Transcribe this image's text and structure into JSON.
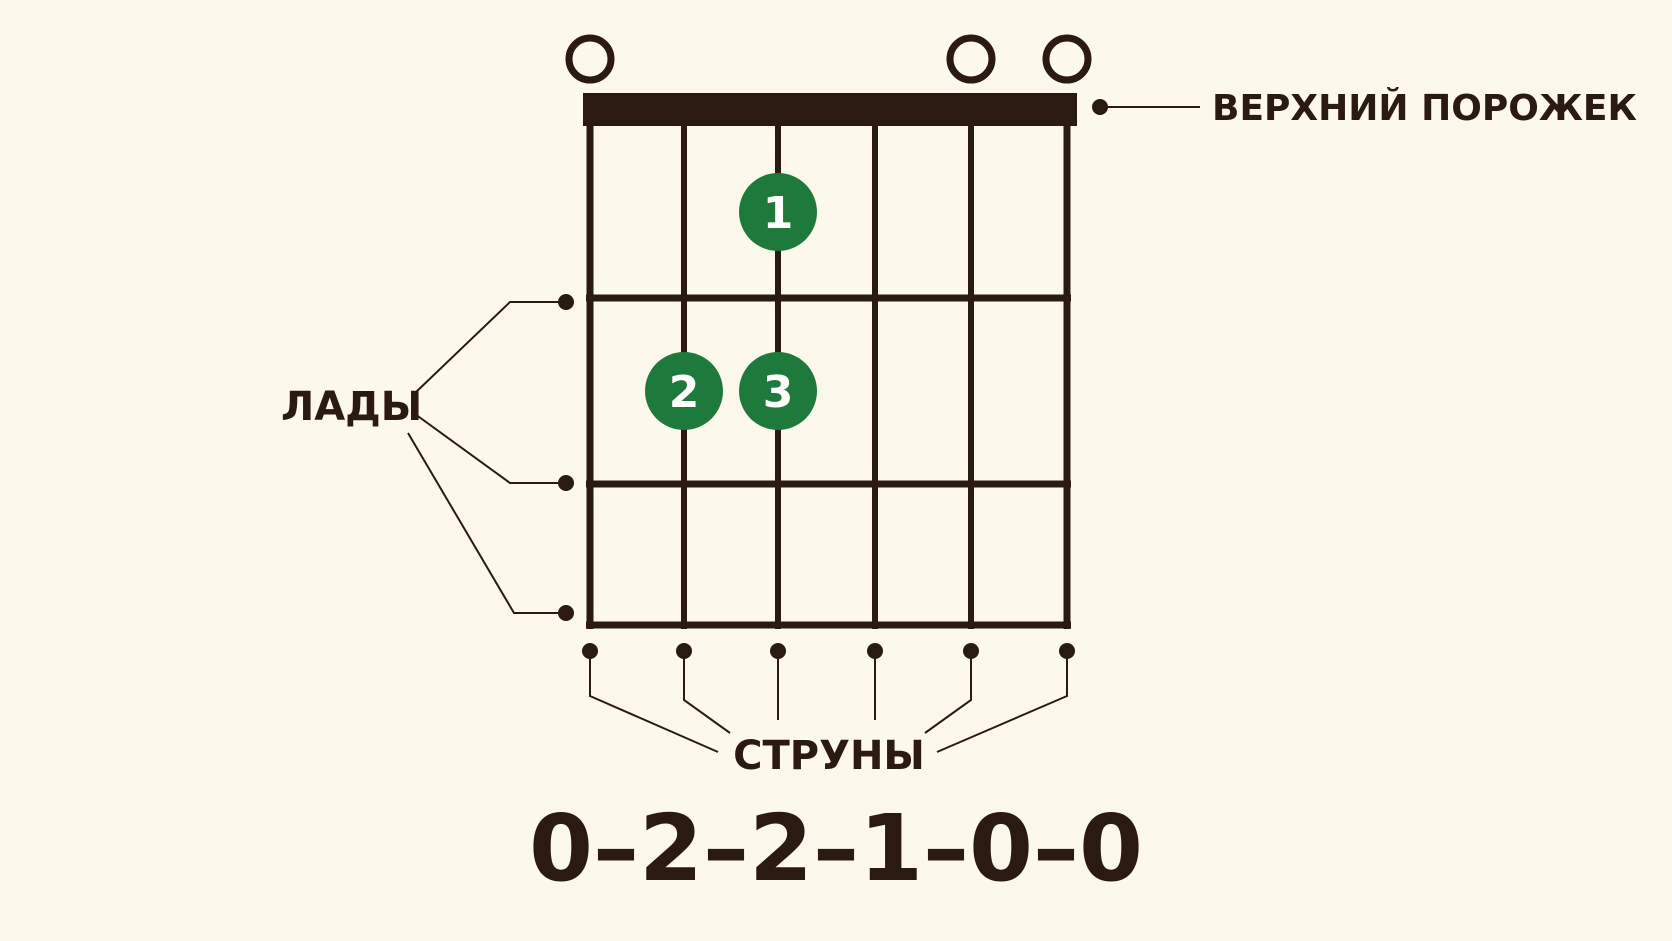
{
  "labels": {
    "nut": "ВЕРХНИЙ ПОРОЖЕК",
    "frets": "ЛАДЫ",
    "strings": "СТРУНЫ"
  },
  "chord_code": "0–2–2–1–0–0",
  "open_strings": [
    1,
    5,
    6
  ],
  "fingers": [
    {
      "label": "1",
      "string": 3,
      "fret": 1
    },
    {
      "label": "2",
      "string": 2,
      "fret": 2
    },
    {
      "label": "3",
      "string": 3,
      "fret": 2
    }
  ],
  "fret_count": 3,
  "string_count": 6,
  "colors": {
    "background": "#fcf8ec",
    "ink": "#2b1a10",
    "finger": "#1e7a3c"
  }
}
